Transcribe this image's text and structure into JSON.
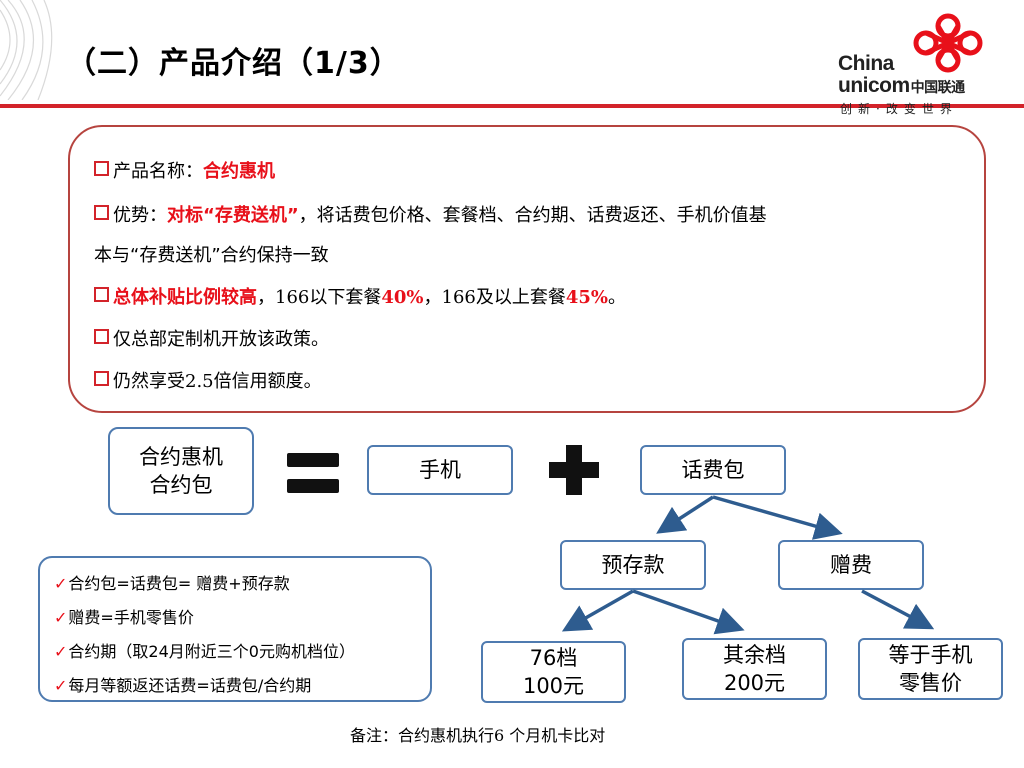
{
  "header": {
    "title": "（二）产品介绍（1/3）"
  },
  "logo": {
    "line1": "China",
    "line2_latin": "unicom",
    "line2_cn": "中国联通",
    "slogan": "创新·改变世界"
  },
  "info": {
    "product_label": "产品名称：",
    "product_name": "合约惠机",
    "advantage_label": "优势：",
    "advantage_highlight": "对标“存费送机”",
    "advantage_text": "，将话费包价格、套餐档、合约期、话费返还、手机价值基",
    "advantage_text2": "本与“存费送机”合约保持一致",
    "subsidy_highlight": "总体补贴比例较高",
    "subsidy_text1": "，166以下套餐",
    "subsidy_val1": "40%",
    "subsidy_text2": "，166及以上套餐",
    "subsidy_val2": "45%",
    "subsidy_end": "。",
    "hq_text": "仅总部定制机开放该政策。",
    "credit_text": "仍然享受2.5倍信用额度。"
  },
  "diagram": {
    "left_node_line1": "合约惠机",
    "left_node_line2": "合约包",
    "phone": "手机",
    "fee_package": "话费包",
    "prestore": "预存款",
    "gift_fee": "赠费",
    "tier76_line1": "76档",
    "tier76_line2": "100元",
    "other_line1": "其余档",
    "other_line2": "200元",
    "retail_line1": "等于手机",
    "retail_line2": "零售价"
  },
  "notes": {
    "check": "✓",
    "items": [
      "合约包=话费包= 赠费+预存款",
      "赠费=手机零售价",
      "合约期（取24月附近三个0元购机档位）",
      "每月等额返还话费=话费包/合约期"
    ]
  },
  "remark": "备注：合约惠机执行6 个月机卡比对",
  "colors": {
    "accent_red": "#d3232a",
    "highlight_red": "#e8101a",
    "box_blue": "#4f7bb0",
    "arrow_blue": "#2e5c8f",
    "info_border": "#b6443f"
  }
}
